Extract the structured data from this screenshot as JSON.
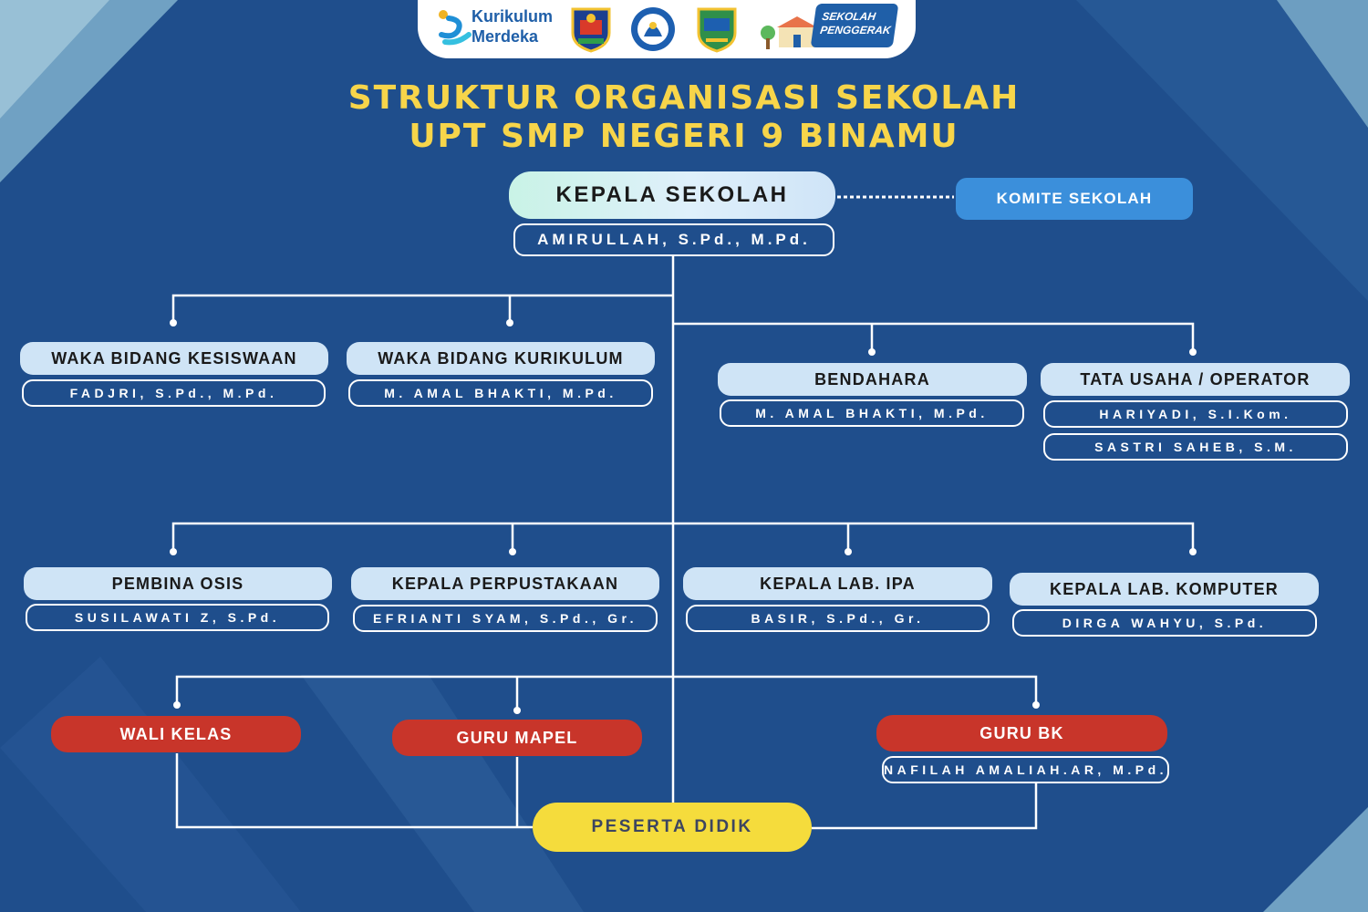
{
  "header": {
    "logo_line1": "Kurikulum",
    "logo_line2": "Merdeka",
    "badge_line1": "SEKOLAH",
    "badge_line2": "PENGGERAK"
  },
  "title": {
    "line1": "STRUKTUR ORGANISASI SEKOLAH",
    "line2": "UPT SMP NEGERI 9 BINAMU"
  },
  "head": {
    "role": "KEPALA SEKOLAH",
    "name": "AMIRULLAH, S.Pd., M.Pd.",
    "committee": "KOMITE SEKOLAH"
  },
  "row1": [
    {
      "role": "WAKA BIDANG KESISWAAN",
      "names": [
        "FADJRI, S.Pd., M.Pd."
      ]
    },
    {
      "role": "WAKA BIDANG KURIKULUM",
      "names": [
        "M. AMAL BHAKTI, M.Pd."
      ]
    },
    {
      "role": "BENDAHARA",
      "names": [
        "M. AMAL BHAKTI, M.Pd."
      ]
    },
    {
      "role": "TATA USAHA / OPERATOR",
      "names": [
        "HARIYADI, S.I.Kom.",
        "SASTRI SAHEB, S.M."
      ]
    }
  ],
  "row2": [
    {
      "role": "PEMBINA OSIS",
      "names": [
        "SUSILAWATI Z, S.Pd."
      ]
    },
    {
      "role": "KEPALA PERPUSTAKAAN",
      "names": [
        "EFRIANTI SYAM, S.Pd., Gr."
      ]
    },
    {
      "role": "KEPALA LAB. IPA",
      "names": [
        "BASIR, S.Pd., Gr."
      ]
    },
    {
      "role": "KEPALA LAB. KOMPUTER",
      "names": [
        "DIRGA WAHYU, S.Pd."
      ]
    }
  ],
  "row3": [
    {
      "role": "WALI KELAS",
      "names": []
    },
    {
      "role": "GURU MAPEL",
      "names": []
    },
    {
      "role": "GURU BK",
      "names": [
        "NAFILAH AMALIAH.AR, M.Pd."
      ]
    }
  ],
  "students": "PESERTA DIDIK",
  "colors": {
    "background": "#1f4e8c",
    "title": "#f7d54a",
    "role_box": "#cfe4f6",
    "teacher_box": "#c8352a",
    "committee_box": "#3b8fdb",
    "students_box": "#f5dc3c"
  }
}
